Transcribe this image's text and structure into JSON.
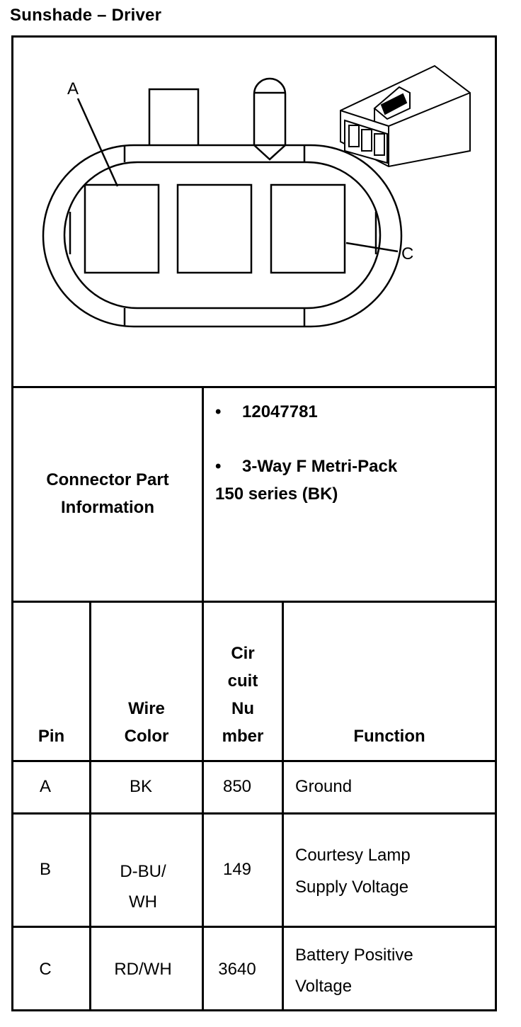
{
  "title": "Sunshade – Driver",
  "diagram": {
    "callouts": [
      "A",
      "C"
    ]
  },
  "connector_info": {
    "label_line1": "Connector Part",
    "label_line2": "Information",
    "part_number": "12047781",
    "description_line1": "3-Way F Metri-Pack",
    "description_line2": "150 series (BK)"
  },
  "table": {
    "headers": {
      "pin": "Pin",
      "wire_color_line1": "Wire",
      "wire_color_line2": "Color",
      "circuit_line1": "Cir",
      "circuit_line2": "cuit",
      "circuit_line3": "Nu",
      "circuit_line4": "mber",
      "function": "Function"
    },
    "rows": [
      {
        "pin": "A",
        "wire_line1": "BK",
        "wire_line2": "",
        "circuit": "850",
        "function_line1": "Ground",
        "function_line2": ""
      },
      {
        "pin": "B",
        "wire_line1": "D-BU/",
        "wire_line2": "WH",
        "circuit": "149",
        "function_line1": "Courtesy Lamp",
        "function_line2": "Supply Voltage"
      },
      {
        "pin": "C",
        "wire_line1": "RD/WH",
        "wire_line2": "",
        "circuit": "3640",
        "function_line1": "Battery Positive",
        "function_line2": "Voltage"
      }
    ]
  }
}
